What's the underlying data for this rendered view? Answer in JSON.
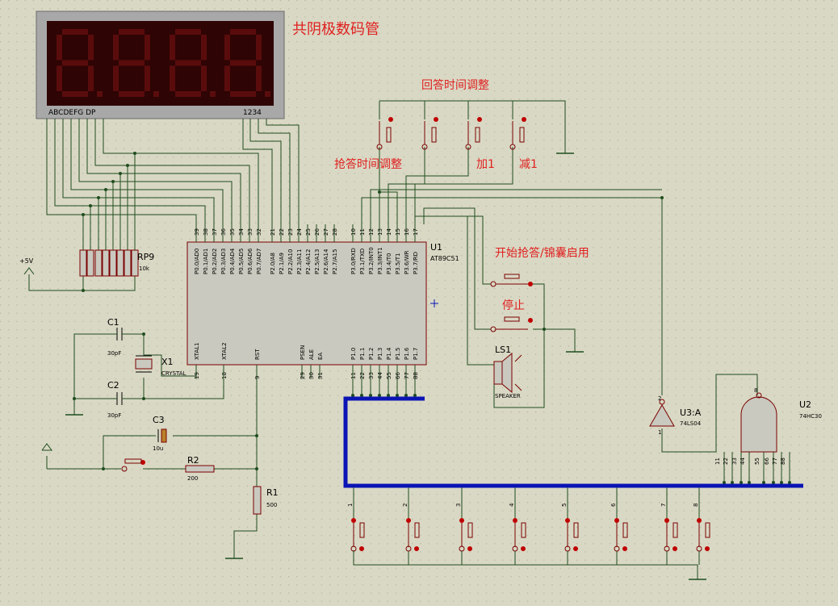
{
  "colors": {
    "background": "#d9d8c4",
    "grid_dot": "#b3b39b",
    "wire": "#1e4d1e",
    "component_outline": "#7a0000",
    "component_fill": "#c9c9bf",
    "red_label": "#e02020",
    "bus": "#0a14b4",
    "display_body": "#a8a8a8",
    "display_digit": "#5a0c0c",
    "display_bg": "#2e0404"
  },
  "labels": {
    "display_title": "共阴极数码管",
    "answer_time_adjust": "回答时间调整",
    "grab_time_adjust": "抢答时间调整",
    "plus_one": "加1",
    "minus_one": "减1",
    "start_grab": "开始抢答/锦囊启用",
    "stop": "停止"
  },
  "display": {
    "segment_label": "ABCDEFG  DP",
    "digit_label": "1234"
  },
  "mcu": {
    "ref": "U1",
    "part": "AT89C51",
    "left_pins_top": [
      "P0.0/AD0",
      "P0.1/AD1",
      "P0.2/AD2",
      "P0.3/AD3",
      "P0.4/AD4",
      "P0.5/AD5",
      "P0.6/AD6",
      "P0.7/AD7"
    ],
    "left_pin_nums": [
      "39",
      "38",
      "37",
      "36",
      "35",
      "34",
      "33",
      "32"
    ],
    "mid_pins_top": [
      "P2.0/A8",
      "P2.1/A9",
      "P2.2/A10",
      "P2.3/A11",
      "P2.4/A12",
      "P2.5/A13",
      "P2.6/A14",
      "P2.7/A15"
    ],
    "mid_pin_nums": [
      "21",
      "22",
      "23",
      "24",
      "25",
      "26",
      "27",
      "28"
    ],
    "right_pins_top": [
      "P3.0/RXD",
      "P3.1/TXD",
      "P3.2/INT0",
      "P3.3/INT1",
      "P3.4/T0",
      "P3.5/T1",
      "P3.6/WR",
      "P3.7/RD"
    ],
    "right_pin_nums": [
      "10",
      "11",
      "12",
      "13",
      "14",
      "15",
      "16",
      "17"
    ],
    "bottom_left": [
      {
        "label": "XTAL1",
        "num": "19"
      },
      {
        "label": "XTAL2",
        "num": "18"
      },
      {
        "label": "RST",
        "num": "9"
      }
    ],
    "bottom_mid": [
      {
        "label": "PSEN",
        "num": "29"
      },
      {
        "label": "ALE",
        "num": "30"
      },
      {
        "label": "EA",
        "num": "31"
      }
    ],
    "bottom_right": [
      "P1.0",
      "P1.1",
      "P1.2",
      "P1.3",
      "P1.4",
      "P1.5",
      "P1.6",
      "P1.7"
    ],
    "bottom_right_nums": [
      "1",
      "2",
      "3",
      "4",
      "5",
      "6",
      "7",
      "8"
    ],
    "bus_nums": [
      "11",
      "22",
      "33",
      "44",
      "55",
      "66",
      "77",
      "88"
    ]
  },
  "components": {
    "rn_ref": "RP9",
    "rn_value": "10k",
    "vcc": "+5V",
    "c1_ref": "C1",
    "c1_value": "30pF",
    "c2_ref": "C2",
    "c2_value": "30pF",
    "c3_ref": "C3",
    "c3_value": "10u",
    "x1_ref": "X1",
    "x1_value": "CRYSTAL",
    "r1_ref": "R1",
    "r1_value": "500",
    "r2_ref": "R2",
    "r2_value": "200",
    "ls1_ref": "LS1",
    "ls1_value": "SPEAKER",
    "u3_ref": "U3:A",
    "u3_part": "74LS04",
    "u3_pin_in": "1",
    "u3_pin_out": "2",
    "u2_ref": "U2",
    "u2_part": "74HC30",
    "u2_pin_out": "8",
    "u2_nums": [
      "11",
      "22",
      "33",
      "44",
      "55",
      "66",
      "77",
      "88"
    ]
  },
  "buttons": {
    "bottom_nums": [
      "1",
      "2",
      "3",
      "4",
      "5",
      "6",
      "7",
      "8"
    ]
  }
}
